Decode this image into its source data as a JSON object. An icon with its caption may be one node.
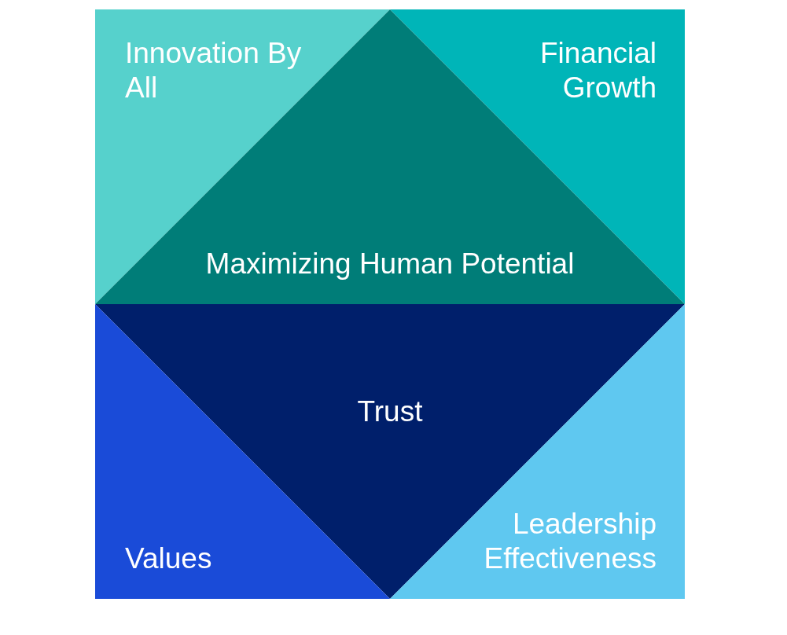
{
  "diagram": {
    "nodes": [
      {
        "text": [
          "Innovation By All"
        ]
      },
      {
        "text": [
          "Financial Growth"
        ]
      },
      {
        "text": [
          "Maximizing Human Potential"
        ]
      },
      {
        "text": [
          "Trust"
        ]
      },
      {
        "text": [
          "Values"
        ]
      },
      {
        "text": [
          "Leadership Effectiveness"
        ]
      }
    ]
  }
}
